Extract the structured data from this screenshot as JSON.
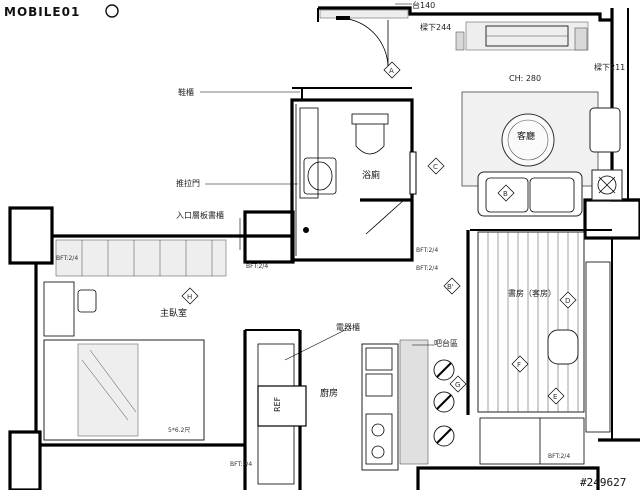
{
  "logo": {
    "text": "MOBILE01"
  },
  "watermark": "#249627",
  "labels": {
    "balcony_140": "台140",
    "beam_244": "樑下244",
    "beam_211": "樑下211",
    "ceiling_height": "CH: 280",
    "shoe_cabinet": "鞋櫃",
    "sliding_door": "推拉門",
    "entrance_cabinet": "入口層板書櫃",
    "appliance_cabinet": "電器櫃",
    "bathroom": "浴廁",
    "living_room": "客廳",
    "master_bedroom": "主臥室",
    "bed_size": "5*6.2尺",
    "kitchen": "廚房",
    "refrigerator": "REF",
    "dining_counter": "吧台區",
    "study_guest": "書房（客房）"
  },
  "elevation_tags": {
    "A": "A",
    "B": "B",
    "B_prime": "B'",
    "C": "C",
    "D": "D",
    "E": "E",
    "F": "F",
    "G": "G",
    "H": "H"
  },
  "dim_notes": {
    "bf_1": "BFT:2/4",
    "bf_2": "BFT:2/4",
    "bf_3": "BFT:2/4",
    "bf_4": "BFT:2/4",
    "bf_5": "BFT:2/4",
    "bf_6": "BFT:2/4"
  }
}
